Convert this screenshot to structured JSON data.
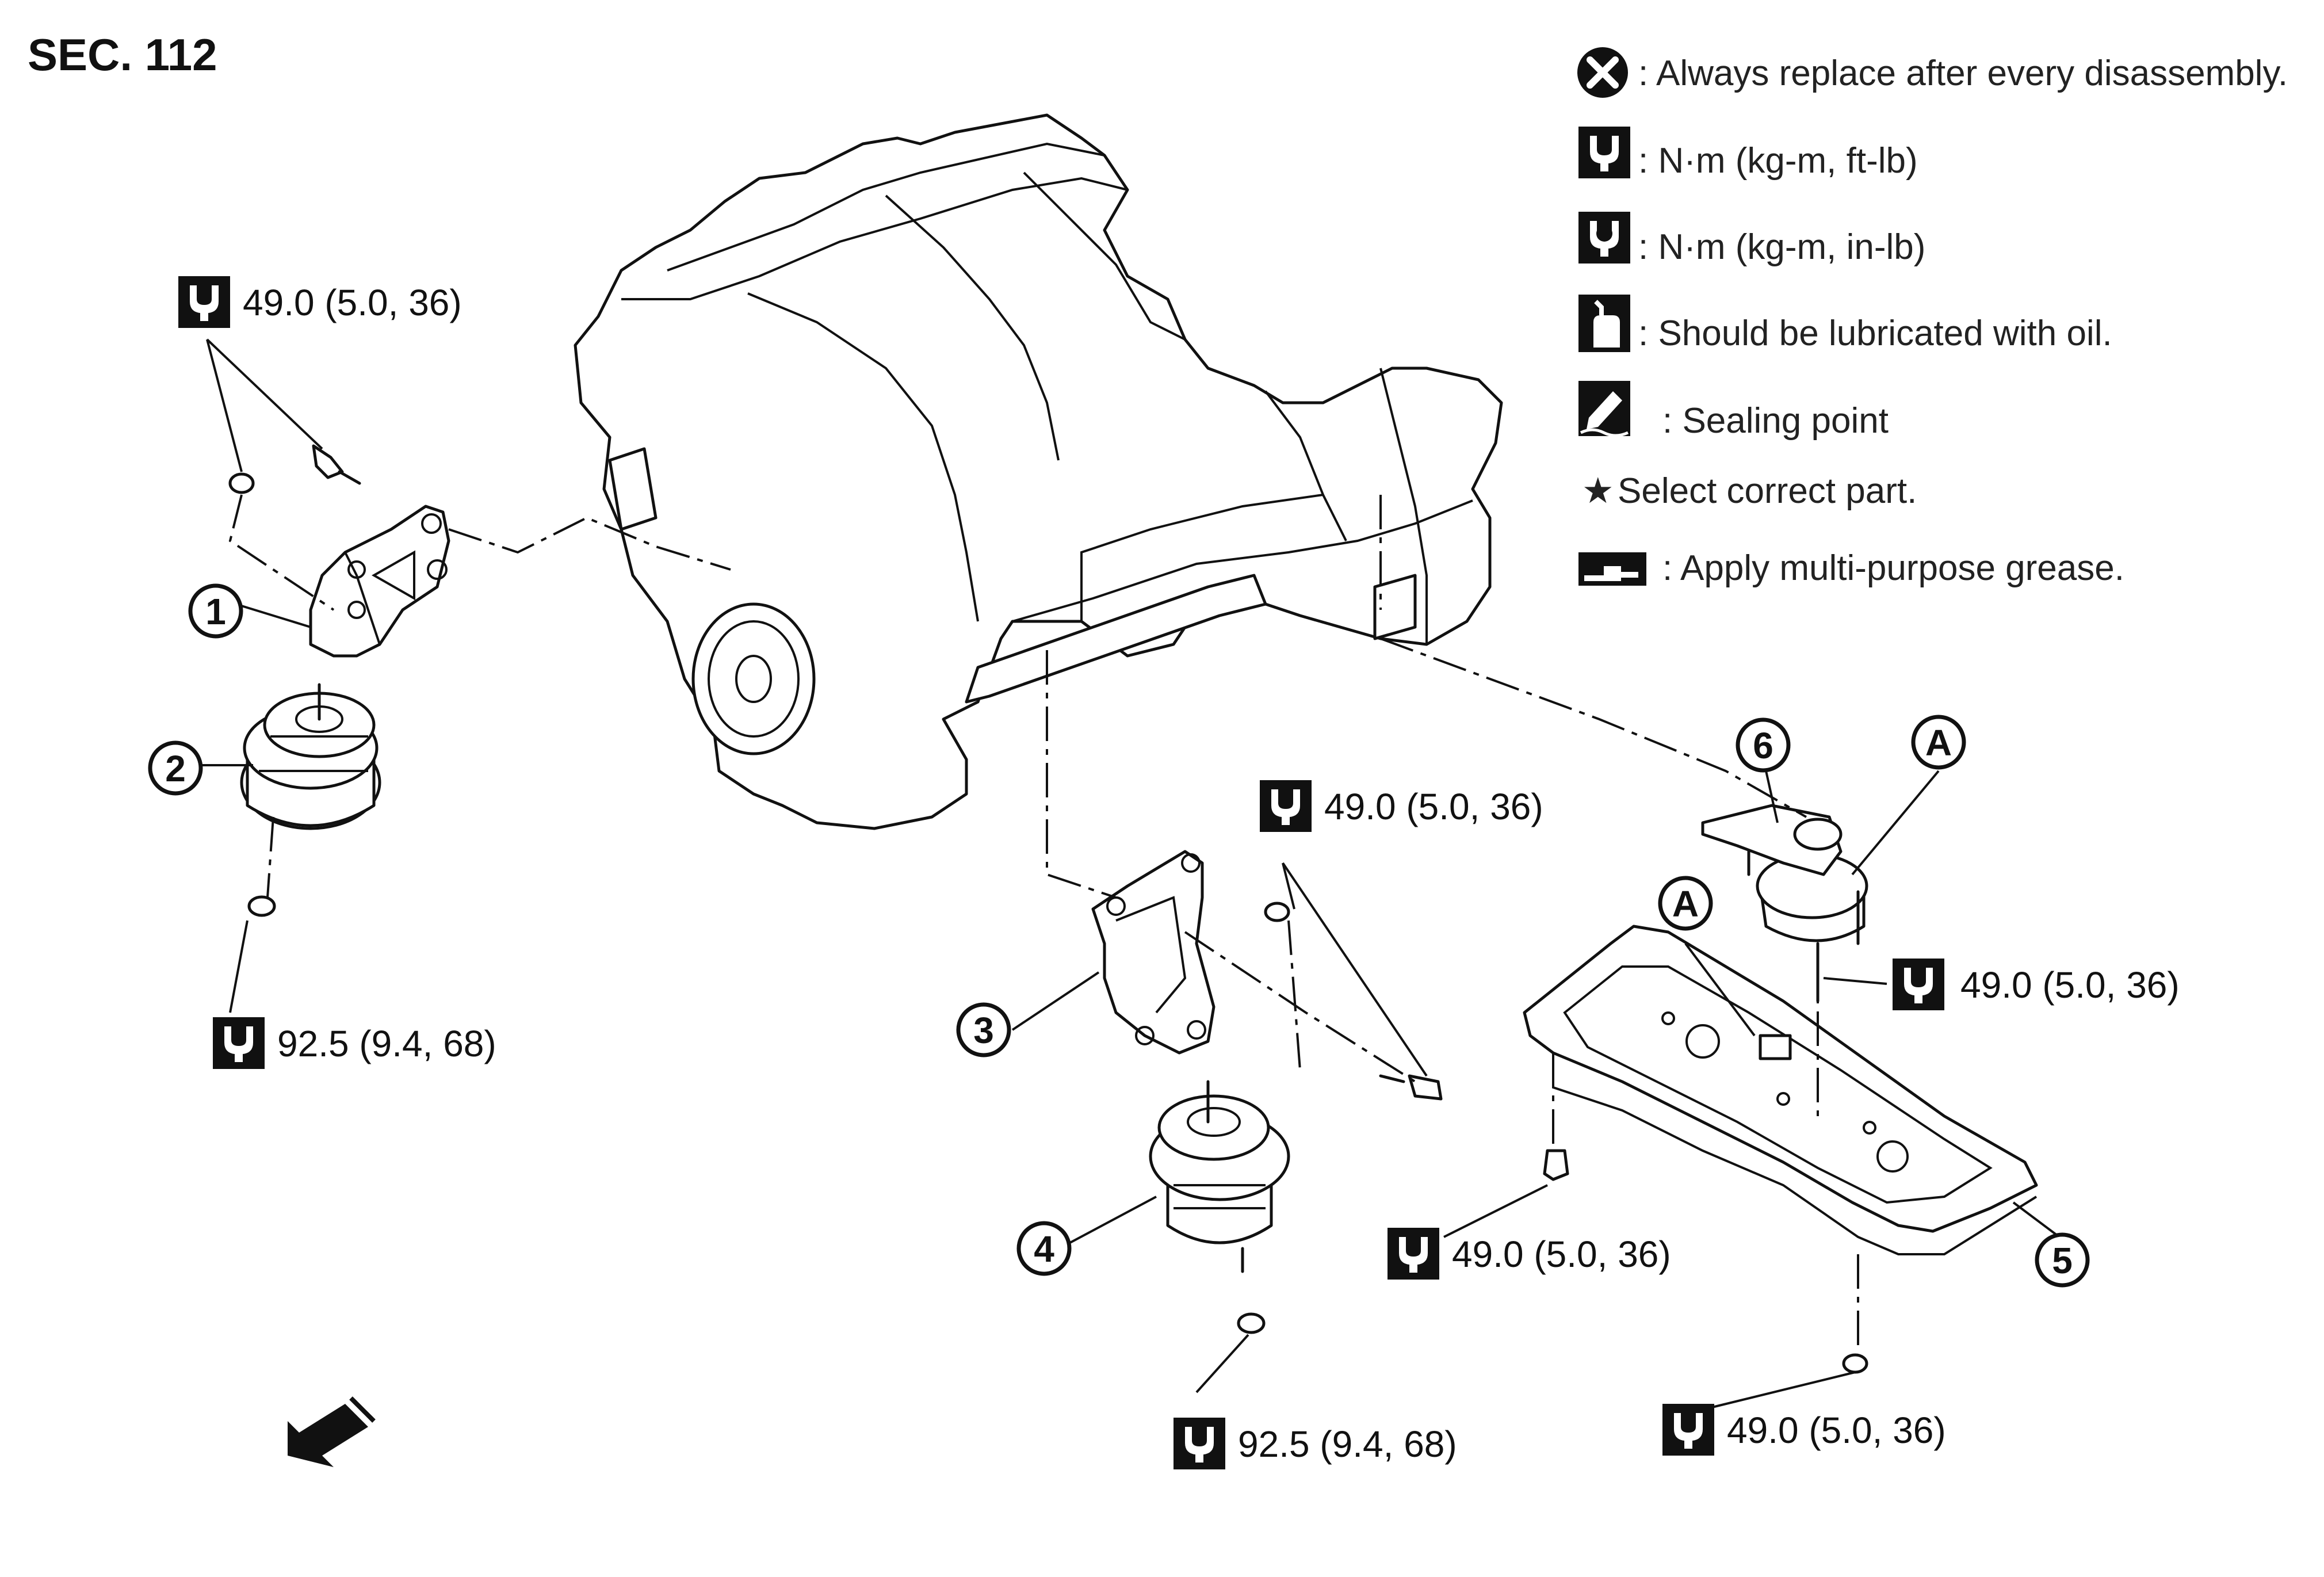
{
  "section_title": "SEC. 112",
  "legend": [
    {
      "icon": "replace-icon",
      "text": ": Always replace after every disassembly."
    },
    {
      "icon": "torque-wrench-icon",
      "text": ": N·m (kg-m, ft-lb)"
    },
    {
      "icon": "torque-wrench-inlb-icon",
      "text": ": N·m (kg-m, in-lb)"
    },
    {
      "icon": "oil-can-icon",
      "text": ": Should be lubricated with oil."
    },
    {
      "icon": "sealing-point-icon",
      "text": ": Sealing point"
    },
    {
      "icon": "star-icon",
      "glyph": "★",
      "text": " Select correct part."
    },
    {
      "icon": "grease-gun-icon",
      "text": ": Apply multi-purpose grease."
    }
  ],
  "callouts": [
    "1",
    "2",
    "3",
    "4",
    "5",
    "6",
    "A",
    "A"
  ],
  "torque_specs": [
    "49.0 (5.0, 36)",
    "92.5 (9.4, 68)",
    "49.0 (5.0, 36)",
    "92.5 (9.4, 68)",
    "49.0 (5.0, 36)",
    "49.0 (5.0, 36)",
    "49.0 (5.0, 36)"
  ],
  "front_arrow": "front-direction-arrow-icon"
}
